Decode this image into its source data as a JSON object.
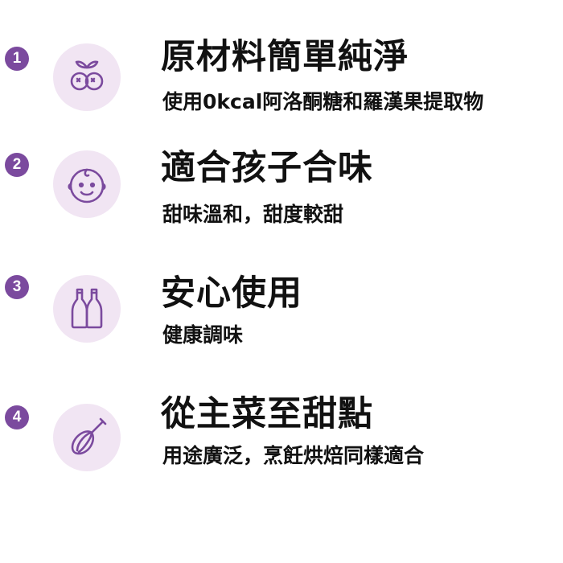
{
  "features": [
    {
      "number": "1",
      "icon": "blueberry-icon",
      "title": "原材料簡單純淨",
      "description": "使用0kcal阿洛酮糖和羅漢果提取物"
    },
    {
      "number": "2",
      "icon": "baby-face-icon",
      "title": "適合孩子合味",
      "description": "甜味溫和，甜度較甜"
    },
    {
      "number": "3",
      "icon": "bottles-icon",
      "title": "安心使用",
      "description": "健康調味"
    },
    {
      "number": "4",
      "icon": "whisk-icon",
      "title": "從主菜至甜點",
      "description": "用途廣泛，烹飪烘焙同樣適合"
    }
  ],
  "colors": {
    "accent": "#7b4a9e",
    "icon_background": "#f1e5f3",
    "text": "#111111"
  }
}
